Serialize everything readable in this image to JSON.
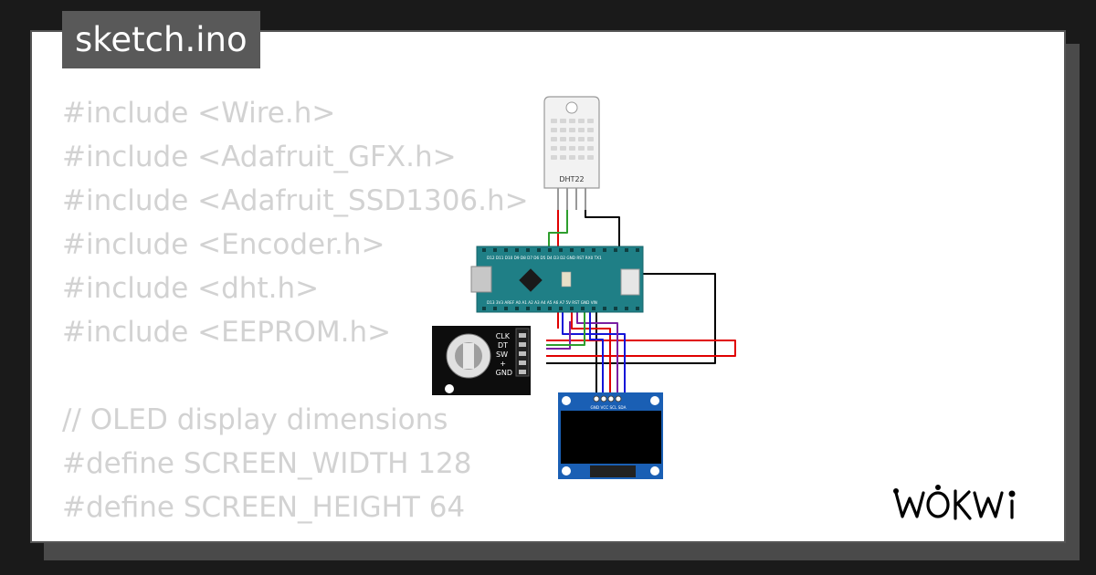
{
  "tab": {
    "filename": "sketch.ino"
  },
  "code_lines": [
    "#include <Wire.h>",
    "#include <Adafruit_GFX.h>",
    "#include <Adafruit_SSD1306.h>",
    "#include <Encoder.h>",
    "#include <dht.h>",
    "#include <EEPROM.h>",
    "",
    "// OLED display dimensions",
    "#define SCREEN_WIDTH 128",
    "#define SCREEN_HEIGHT 64"
  ],
  "diagram": {
    "dht": {
      "label": "DHT22"
    },
    "encoder": {
      "pins": [
        "CLK",
        "DT",
        "SW",
        "+",
        "GND"
      ]
    },
    "oled": {
      "pins": "GND VCC SCL SDA"
    },
    "nano": {
      "top_pins": "D12 D11 D10 D9 D8 D7 D6 D5 D4 D3 D2 GND RST RX0 TX1",
      "bottom_pins": "D13 3V3 AREF A0 A1 A2 A3 A4 A5 A6 A7 5V RST GND VIN"
    }
  },
  "colors": {
    "wire_red": "#e00000",
    "wire_green": "#2e9e2e",
    "wire_purple": "#7a1fa2",
    "wire_blue": "#1414d8",
    "wire_black": "#000000",
    "board_teal": "#1f7f86",
    "oled_blue": "#1a5fb4"
  },
  "brand": {
    "logo_text": "WOKWi"
  }
}
